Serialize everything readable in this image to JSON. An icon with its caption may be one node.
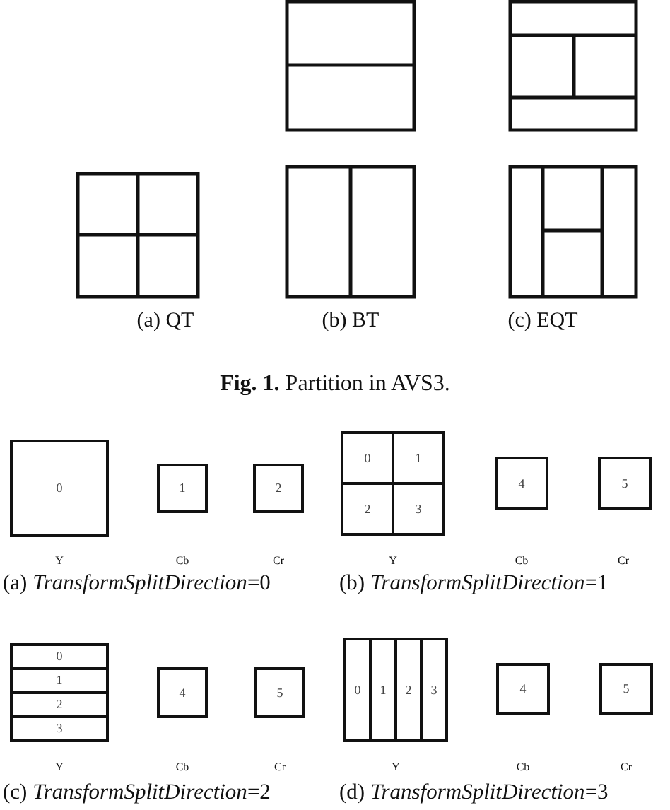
{
  "diagram": {
    "caption": "**Fig. 1.** Partition in AVS3.",
    "nodes": [
      {
        "text": [
          "0"
        ]
      },
      {
        "text": [
          "1"
        ]
      },
      {
        "text": [
          "2"
        ]
      },
      {
        "text": [
          "0"
        ]
      },
      {
        "text": [
          "1"
        ]
      },
      {
        "text": [
          "2"
        ]
      },
      {
        "text": [
          "3"
        ]
      },
      {
        "text": [
          "4"
        ]
      },
      {
        "text": [
          "5"
        ]
      },
      {
        "text": [
          "0"
        ]
      },
      {
        "text": [
          "1"
        ]
      },
      {
        "text": [
          "2"
        ]
      },
      {
        "text": [
          "3"
        ]
      },
      {
        "text": [
          "4"
        ]
      },
      {
        "text": [
          "5"
        ]
      },
      {
        "text": [
          "0"
        ]
      },
      {
        "text": [
          "1"
        ]
      },
      {
        "text": [
          "2"
        ]
      },
      {
        "text": [
          "3"
        ]
      },
      {
        "text": [
          "4"
        ]
      },
      {
        "text": [
          "5"
        ]
      }
    ],
    "edges": [],
    "labels": [
      "(a) QT",
      "(b) BT",
      "(c) EQT",
      "Y",
      "Cb",
      "Cr",
      "Y",
      "Cb",
      "Cr",
      "(a) *TransformSplitDirection*=0",
      "(b) *TransformSplitDirection*=1",
      "Y",
      "Cb",
      "Cr",
      "Y",
      "Cb",
      "Cr",
      "(c) *TransformSplitDirection*=2",
      "(d) *TransformSplitDirection*=3"
    ]
  }
}
